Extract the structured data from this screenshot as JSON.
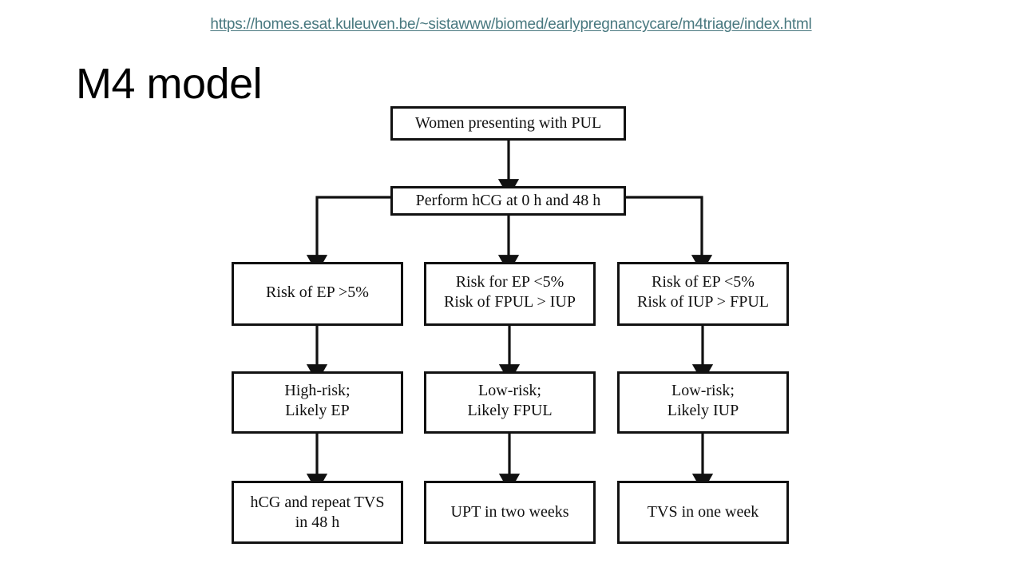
{
  "slide": {
    "url": "https://homes.esat.kuleuven.be/~sistawww/biomed/earlypregnancycare/m4triage/index.html",
    "title": "M4 model",
    "link_color": "#48787f",
    "background_color": "#ffffff",
    "text_color": "#111111"
  },
  "flowchart": {
    "type": "diagram",
    "nodes": {
      "pul": "Women presenting with PUL",
      "hcg": "Perform hCG at 0 h and 48 h",
      "risk_left": "Risk of EP >5%",
      "risk_mid": "Risk for EP <5%\nRisk of FPUL > IUP",
      "risk_right": "Risk of EP <5%\nRisk of IUP > FPUL",
      "class_left": "High-risk;\nLikely EP",
      "class_mid": "Low-risk;\nLikely FPUL",
      "class_right": "Low-risk;\nLikely IUP",
      "action_left": "hCG and repeat TVS\nin 48 h",
      "action_mid": "UPT in two weeks",
      "action_right": "TVS in one week"
    },
    "edges": [
      {
        "from": "pul",
        "to": "hcg",
        "style": "straight-down-arrow"
      },
      {
        "from": "hcg",
        "to": "risk_left",
        "style": "elbow-left-arrow"
      },
      {
        "from": "hcg",
        "to": "risk_mid",
        "style": "straight-down-arrow"
      },
      {
        "from": "hcg",
        "to": "risk_right",
        "style": "elbow-right-arrow"
      },
      {
        "from": "risk_left",
        "to": "class_left",
        "style": "straight-down-arrow"
      },
      {
        "from": "risk_mid",
        "to": "class_mid",
        "style": "straight-down-arrow"
      },
      {
        "from": "risk_right",
        "to": "class_right",
        "style": "straight-down-arrow"
      },
      {
        "from": "class_left",
        "to": "action_left",
        "style": "straight-down-arrow"
      },
      {
        "from": "class_mid",
        "to": "action_mid",
        "style": "straight-down-arrow"
      },
      {
        "from": "class_right",
        "to": "action_right",
        "style": "straight-down-arrow"
      }
    ]
  }
}
